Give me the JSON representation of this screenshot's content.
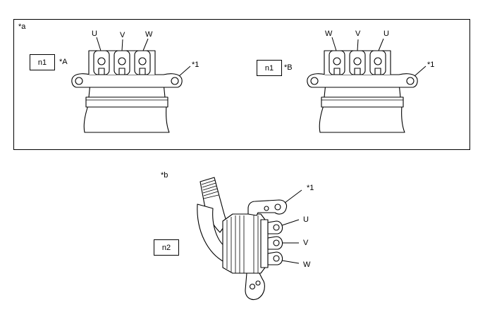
{
  "view_a": {
    "tag": "*a",
    "left": {
      "callout": "n1",
      "label": "*A",
      "terminals": [
        "U",
        "V",
        "W"
      ],
      "part": "*1"
    },
    "right": {
      "callout": "n1",
      "label": "*B",
      "terminals": [
        "W",
        "V",
        "U"
      ],
      "part": "*1"
    }
  },
  "view_b": {
    "tag": "*b",
    "callout": "n2",
    "part": "*1",
    "terminals": [
      "U",
      "V",
      "W"
    ]
  }
}
